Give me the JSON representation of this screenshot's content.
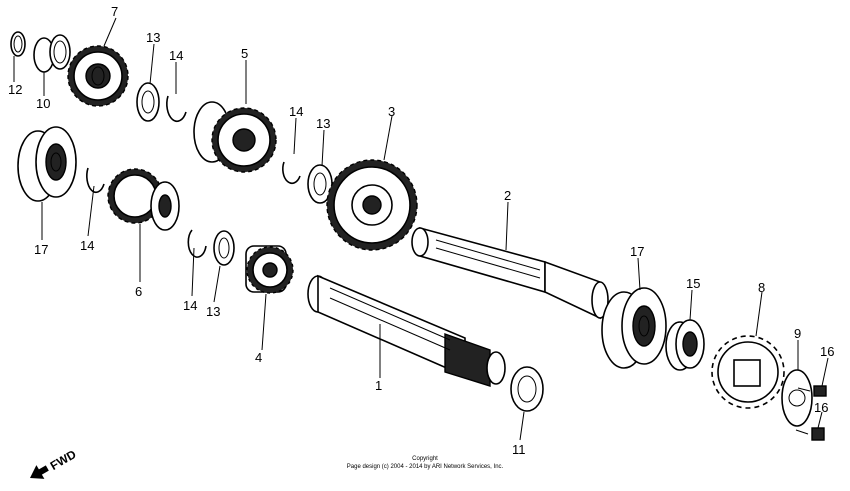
{
  "labels": {
    "l1": "1",
    "l2": "2",
    "l3": "3",
    "l4": "4",
    "l5": "5",
    "l6": "6",
    "l7": "7",
    "l8": "8",
    "l9": "9",
    "l10": "10",
    "l11": "11",
    "l12": "12",
    "l13a": "13",
    "l13b": "13",
    "l13c": "13",
    "l14a": "14",
    "l14b": "14",
    "l14c": "14",
    "l14d": "14",
    "l15": "15",
    "l16a": "16",
    "l16b": "16",
    "l17a": "17",
    "l17b": "17"
  },
  "fwd_label": "FWD",
  "copyright": {
    "line1": "Copyright",
    "line2": "Page design (c) 2004 - 2014 by ARI Network Services, Inc."
  }
}
